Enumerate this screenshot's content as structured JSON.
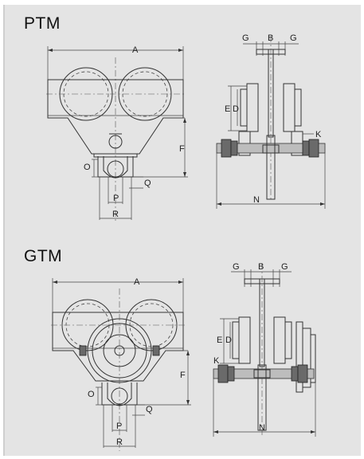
{
  "diagram_1": {
    "title": "PTM",
    "labels": {
      "A": "A",
      "B": "B",
      "G_left": "G",
      "G_right": "G",
      "E": "E",
      "D": "D",
      "K": "K",
      "F": "F",
      "O": "O",
      "Q": "Q",
      "P": "P",
      "R": "R",
      "N": "N"
    }
  },
  "diagram_2": {
    "title": "GTM",
    "labels": {
      "A": "A",
      "B": "B",
      "G_left": "G",
      "G_right": "G",
      "E": "E",
      "D": "D",
      "K": "K",
      "F": "F",
      "O": "O",
      "Q": "Q",
      "P": "P",
      "R": "R",
      "N": "N"
    }
  }
}
